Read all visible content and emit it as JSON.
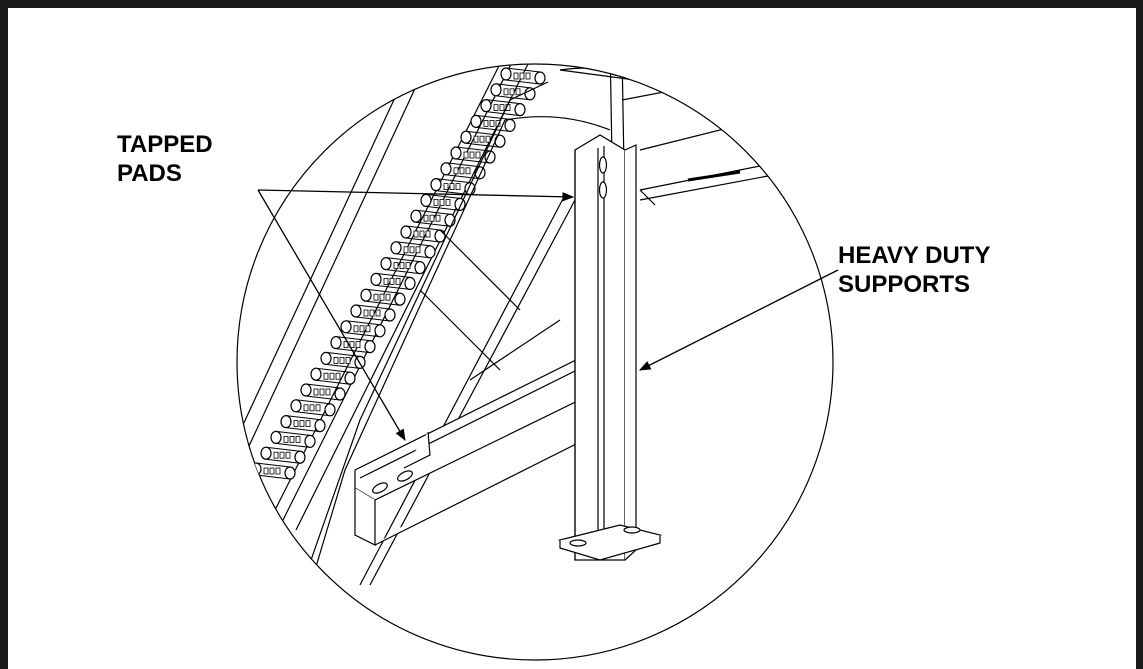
{
  "callouts": {
    "tapped_pads": {
      "line1": "TAPPED",
      "line2": "PADS"
    },
    "heavy_duty_supports": {
      "line1": "HEAVY DUTY",
      "line2": "SUPPORTS"
    }
  },
  "colors": {
    "ink": "#000000",
    "frame": "#1a1a1a",
    "paper": "#ffffff"
  }
}
